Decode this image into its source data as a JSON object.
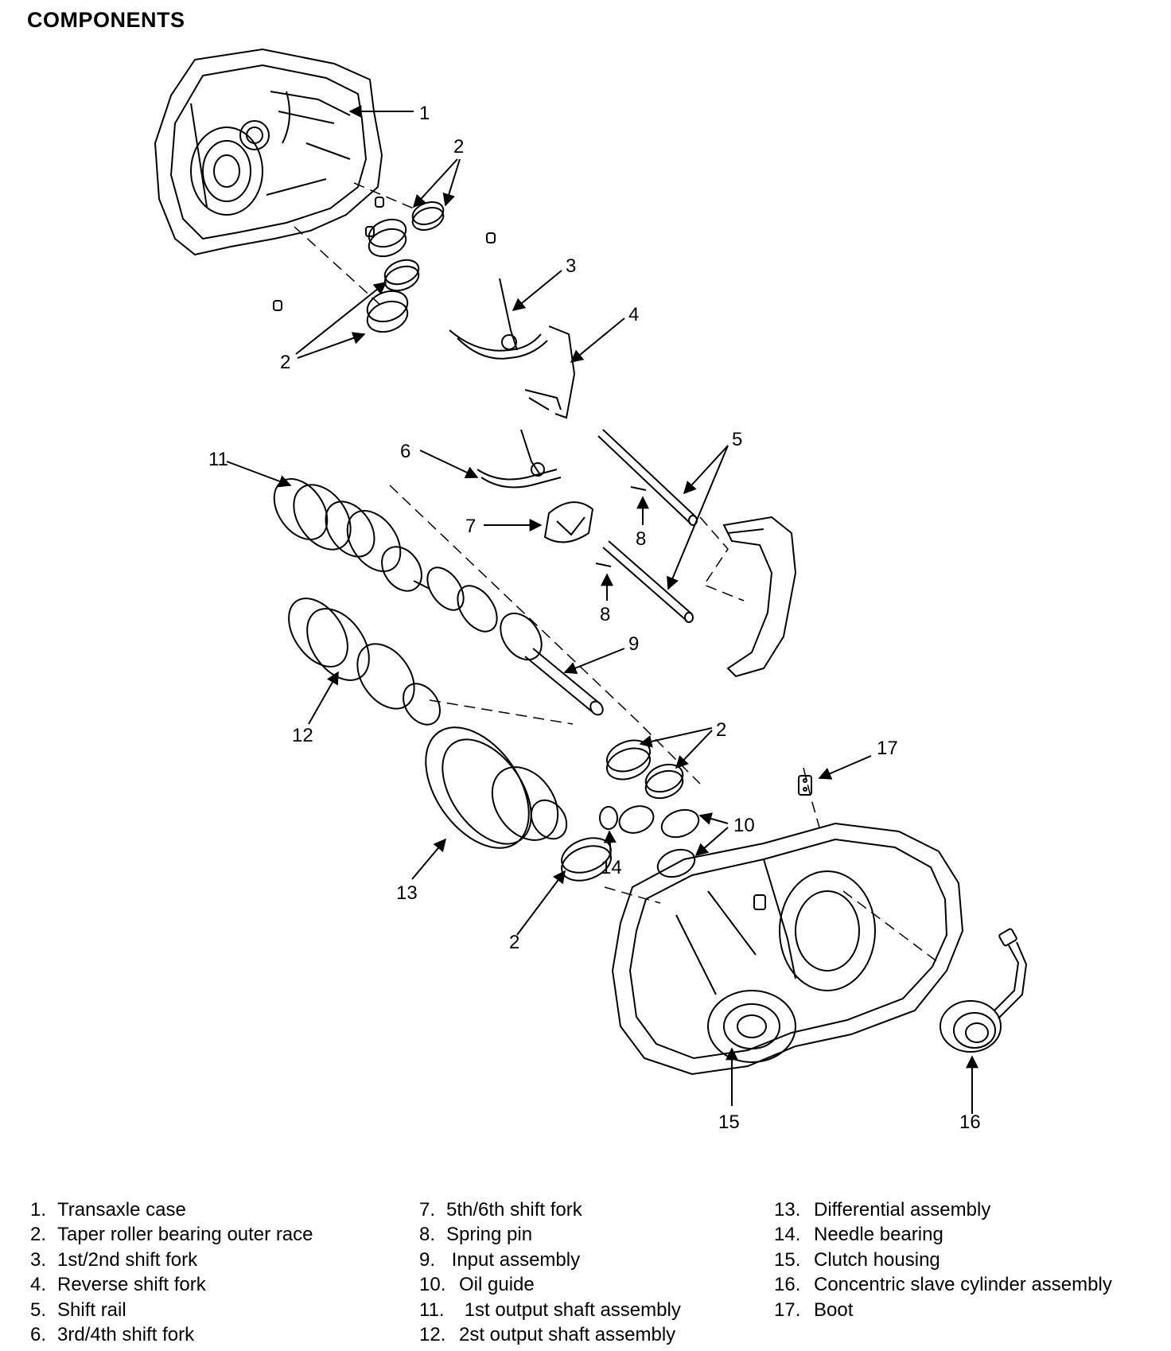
{
  "title": "COMPONENTS",
  "callouts": [
    {
      "id": "c1",
      "text": "1"
    },
    {
      "id": "c2a",
      "text": "2"
    },
    {
      "id": "c2b",
      "text": "2"
    },
    {
      "id": "c2c",
      "text": "2"
    },
    {
      "id": "c2d",
      "text": "2"
    },
    {
      "id": "c3",
      "text": "3"
    },
    {
      "id": "c4",
      "text": "4"
    },
    {
      "id": "c5",
      "text": "5"
    },
    {
      "id": "c6",
      "text": "6"
    },
    {
      "id": "c7",
      "text": "7"
    },
    {
      "id": "c8a",
      "text": "8"
    },
    {
      "id": "c8b",
      "text": "8"
    },
    {
      "id": "c9",
      "text": "9"
    },
    {
      "id": "c10",
      "text": "10"
    },
    {
      "id": "c11",
      "text": "11"
    },
    {
      "id": "c12",
      "text": "12"
    },
    {
      "id": "c13",
      "text": "13"
    },
    {
      "id": "c14",
      "text": "14"
    },
    {
      "id": "c15",
      "text": "15"
    },
    {
      "id": "c16",
      "text": "16"
    },
    {
      "id": "c17",
      "text": "17"
    }
  ],
  "legend": [
    [
      {
        "num": "1.",
        "label": "Transaxle case"
      },
      {
        "num": "2.",
        "label": "Taper roller bearing outer race"
      },
      {
        "num": "3.",
        "label": "1st/2nd shift fork"
      },
      {
        "num": "4.",
        "label": "Reverse shift fork"
      },
      {
        "num": "5.",
        "label": "Shift rail"
      },
      {
        "num": "6.",
        "label": "3rd/4th shift fork"
      }
    ],
    [
      {
        "num": "7.",
        "label": "5th/6th shift fork"
      },
      {
        "num": "8.",
        "label": "Spring pin"
      },
      {
        "num": "9.",
        "label": " Input assembly"
      },
      {
        "num": "10.",
        "label": "Oil guide"
      },
      {
        "num": "11.",
        "label": " 1st output shaft assembly"
      },
      {
        "num": "12.",
        "label": "2st output shaft assembly"
      }
    ],
    [
      {
        "num": "13.",
        "label": "Differential assembly"
      },
      {
        "num": "14.",
        "label": "Needle bearing"
      },
      {
        "num": "15.",
        "label": "Clutch housing"
      },
      {
        "num": "16.",
        "label": "Concentric slave cylinder assembly"
      },
      {
        "num": "17.",
        "label": "Boot"
      }
    ]
  ]
}
